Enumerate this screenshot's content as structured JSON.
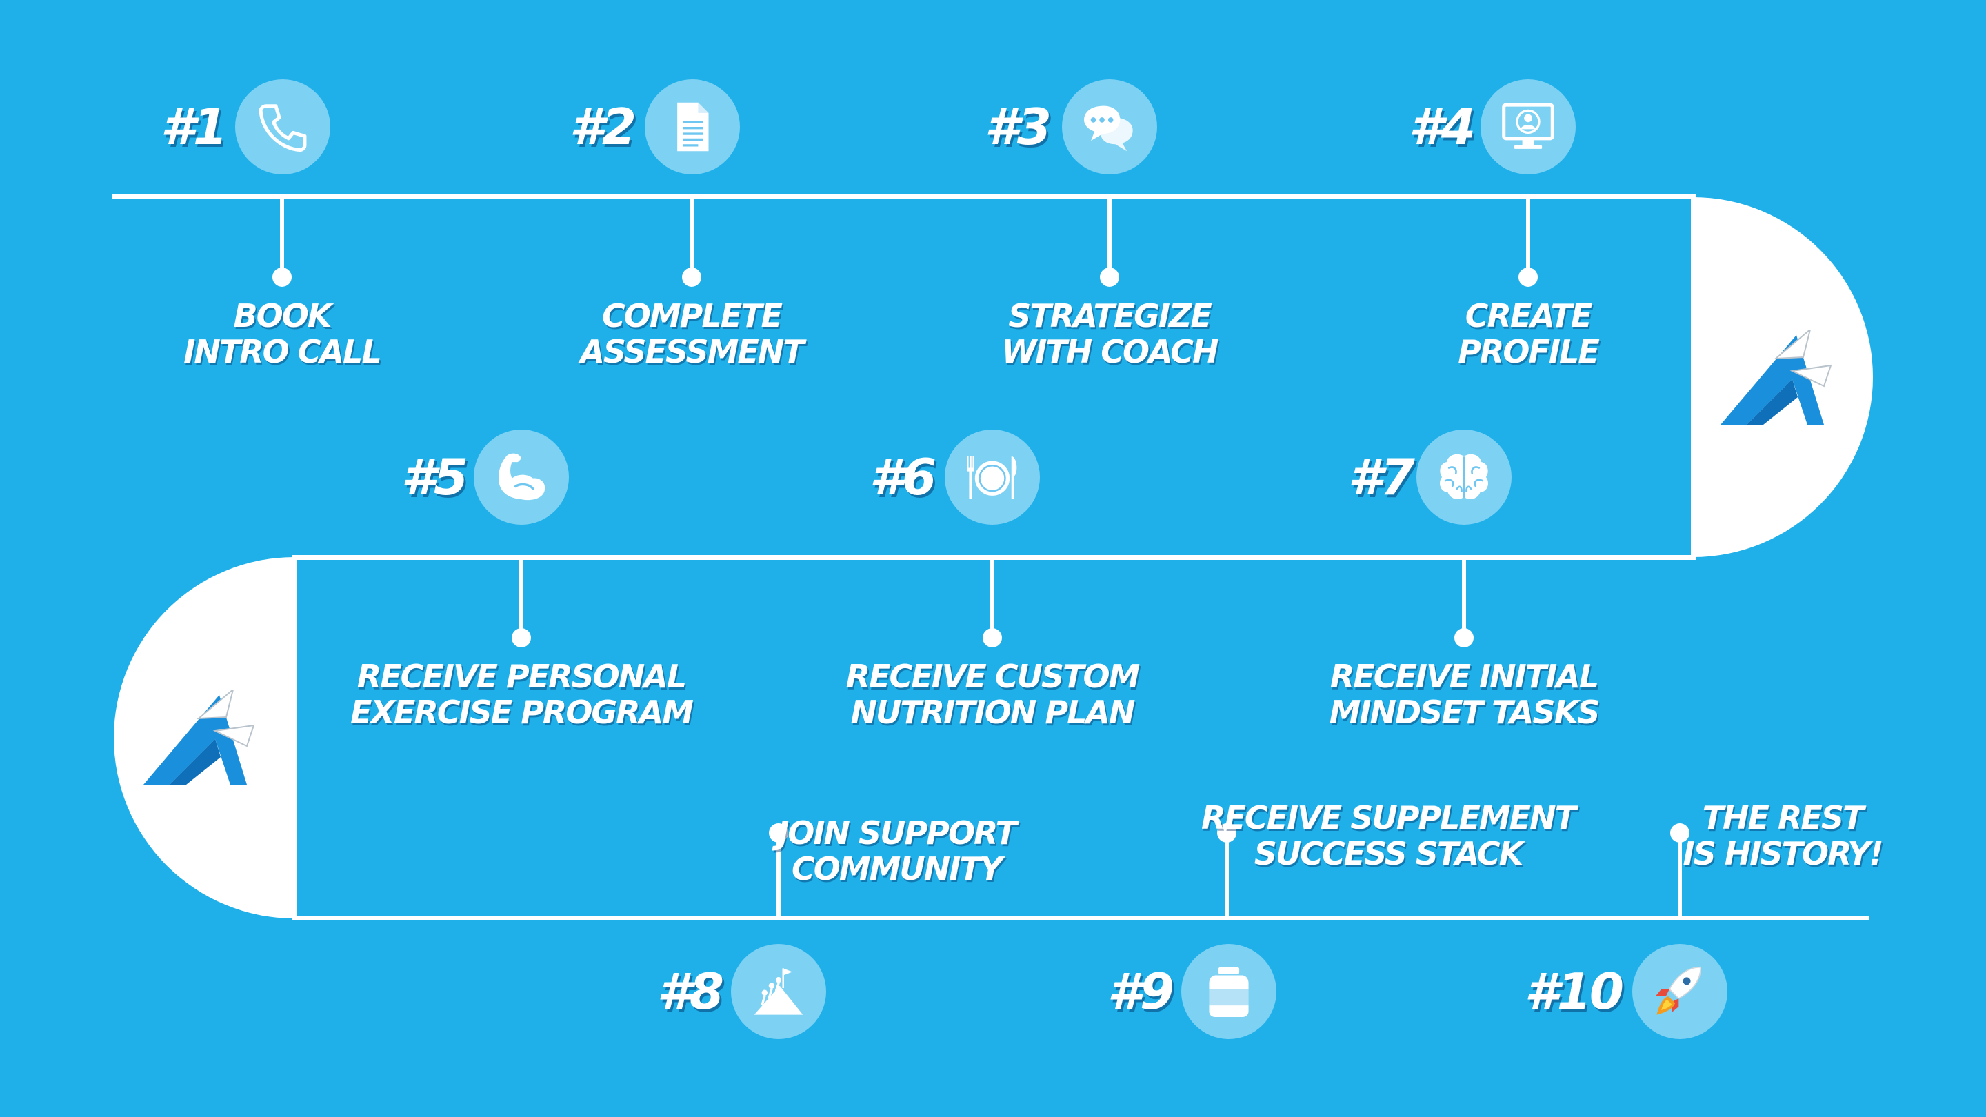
{
  "steps": [
    {
      "num": "#1",
      "line1": "BOOK",
      "line2": "INTRO CALL",
      "icon": "phone-icon"
    },
    {
      "num": "#2",
      "line1": "COMPLETE",
      "line2": "ASSESSMENT",
      "icon": "document-icon"
    },
    {
      "num": "#3",
      "line1": "STRATEGIZE",
      "line2": "WITH COACH",
      "icon": "chat-bubbles-icon"
    },
    {
      "num": "#4",
      "line1": "CREATE",
      "line2": "PROFILE",
      "icon": "monitor-profile-icon"
    },
    {
      "num": "#5",
      "line1": "RECEIVE PERSONAL",
      "line2": "EXERCISE PROGRAM",
      "icon": "flexed-arm-icon"
    },
    {
      "num": "#6",
      "line1": "RECEIVE CUSTOM",
      "line2": "NUTRITION PLAN",
      "icon": "plate-cutlery-icon"
    },
    {
      "num": "#7",
      "line1": "RECEIVE INITIAL",
      "line2": "MINDSET TASKS",
      "icon": "brain-icon"
    },
    {
      "num": "#8",
      "line1": "JOIN SUPPORT",
      "line2": "COMMUNITY",
      "icon": "team-climbing-icon"
    },
    {
      "num": "#9",
      "line1": "RECEIVE SUPPLEMENT",
      "line2": "SUCCESS STACK",
      "icon": "supplement-jar-icon"
    },
    {
      "num": "#10",
      "line1": "THE REST",
      "line2": "IS HISTORY!",
      "icon": "rocket-icon"
    }
  ],
  "colors": {
    "background": "#1fb0ea",
    "track": "#ffffff",
    "icon_bubble": "rgba(255,255,255,0.42)",
    "logo_blue": "#1a8fdc"
  }
}
